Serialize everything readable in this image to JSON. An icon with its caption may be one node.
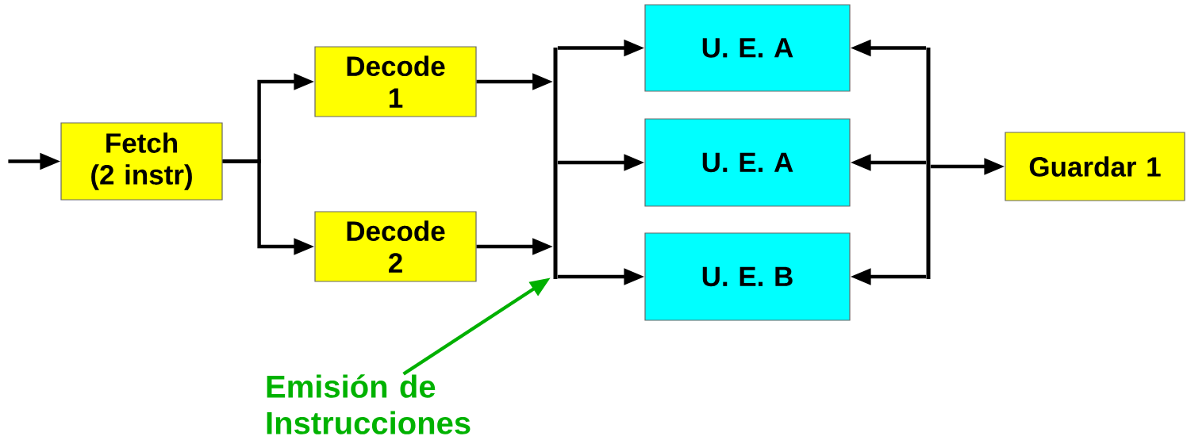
{
  "diagram": {
    "nodes": [
      {
        "text": [
          "Fetch (2 instr)"
        ]
      },
      {
        "text": [
          "Decode 1"
        ]
      },
      {
        "text": [
          "Decode 2"
        ]
      },
      {
        "text": [],
        "shape": "bar"
      },
      {
        "text": [
          "Emisión de Instrucciones"
        ]
      },
      {
        "text": [
          "U. E. A"
        ]
      },
      {
        "text": [
          "U. E. A"
        ]
      },
      {
        "text": [
          "U. E. B"
        ]
      },
      {
        "text": [],
        "shape": "bar"
      },
      {
        "text": [
          "Guardar 1"
        ]
      }
    ],
    "edges": [
      {
        "from": null,
        "to": 0,
        "arrow": "to"
      },
      {
        "from": 0,
        "to": 1,
        "arrow": "to"
      },
      {
        "from": 0,
        "to": 2,
        "arrow": "to"
      },
      {
        "from": 1,
        "to": 3,
        "arrow": "to"
      },
      {
        "from": 2,
        "to": 3,
        "arrow": "to"
      },
      {
        "from": 3,
        "to": 5,
        "arrow": "to"
      },
      {
        "from": 3,
        "to": 6,
        "arrow": "to"
      },
      {
        "from": 3,
        "to": 7,
        "arrow": "to"
      },
      {
        "from": 8,
        "to": 5,
        "arrow": "to"
      },
      {
        "from": 8,
        "to": 6,
        "arrow": "to"
      },
      {
        "from": 8,
        "to": 7,
        "arrow": "to"
      },
      {
        "from": 8,
        "to": 9,
        "arrow": "to"
      },
      {
        "from": 4,
        "to": 3,
        "arrow": "to",
        "color": "#00b000"
      }
    ]
  }
}
